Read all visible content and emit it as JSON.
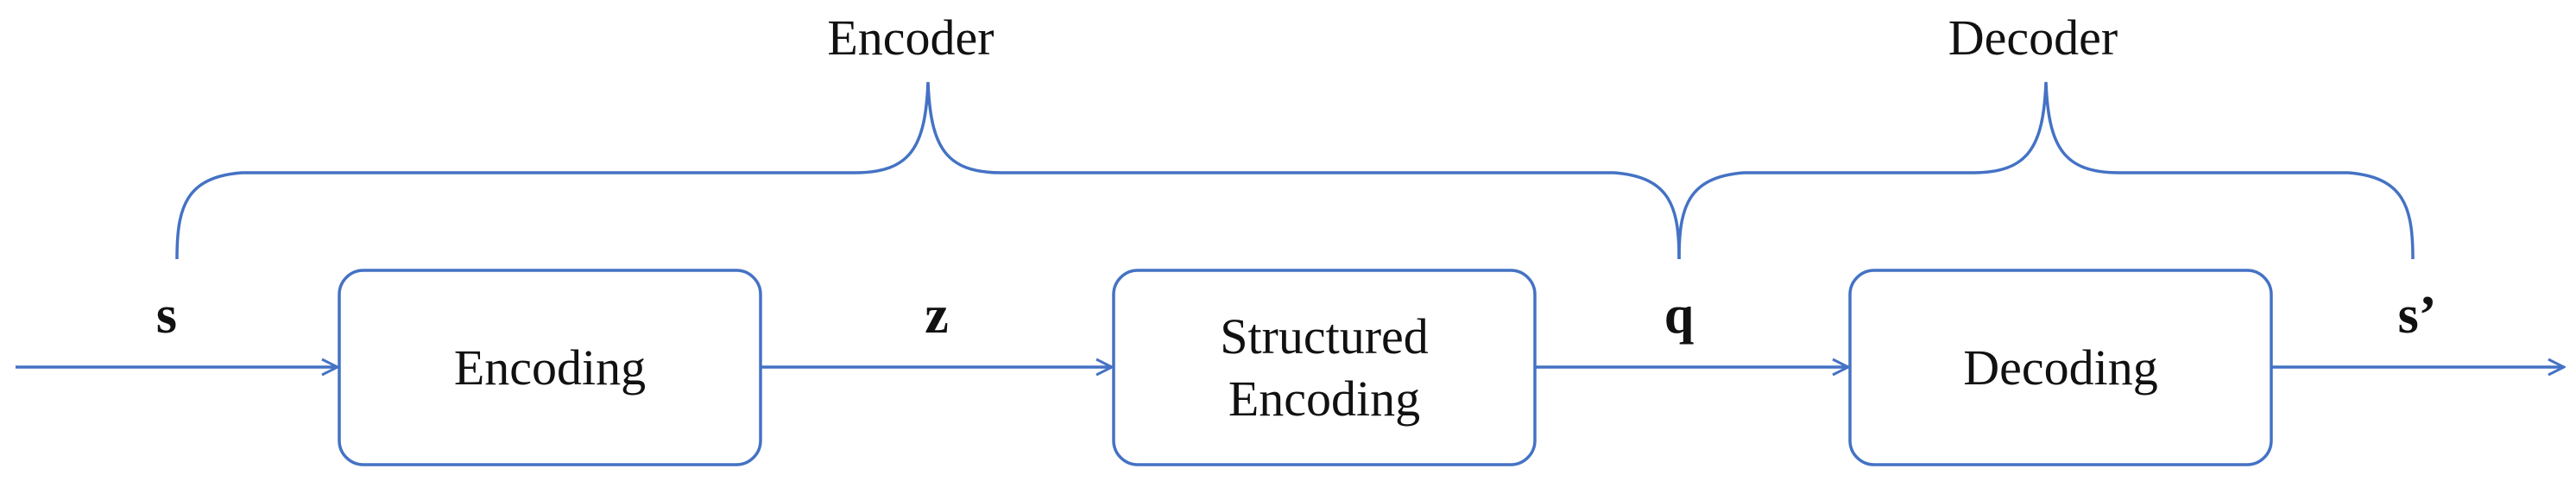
{
  "brackets": {
    "encoder": "Encoder",
    "decoder": "Decoder"
  },
  "signals": {
    "s": "s",
    "z": "z",
    "q": "q",
    "s_prime": "s’"
  },
  "blocks": {
    "encoding": "Encoding",
    "structured_encoding_line1": "Structured",
    "structured_encoding_line2": "Encoding",
    "decoding": "Decoding"
  },
  "colors": {
    "stroke": "#4472c4",
    "text": "#111111",
    "background": "#ffffff"
  }
}
